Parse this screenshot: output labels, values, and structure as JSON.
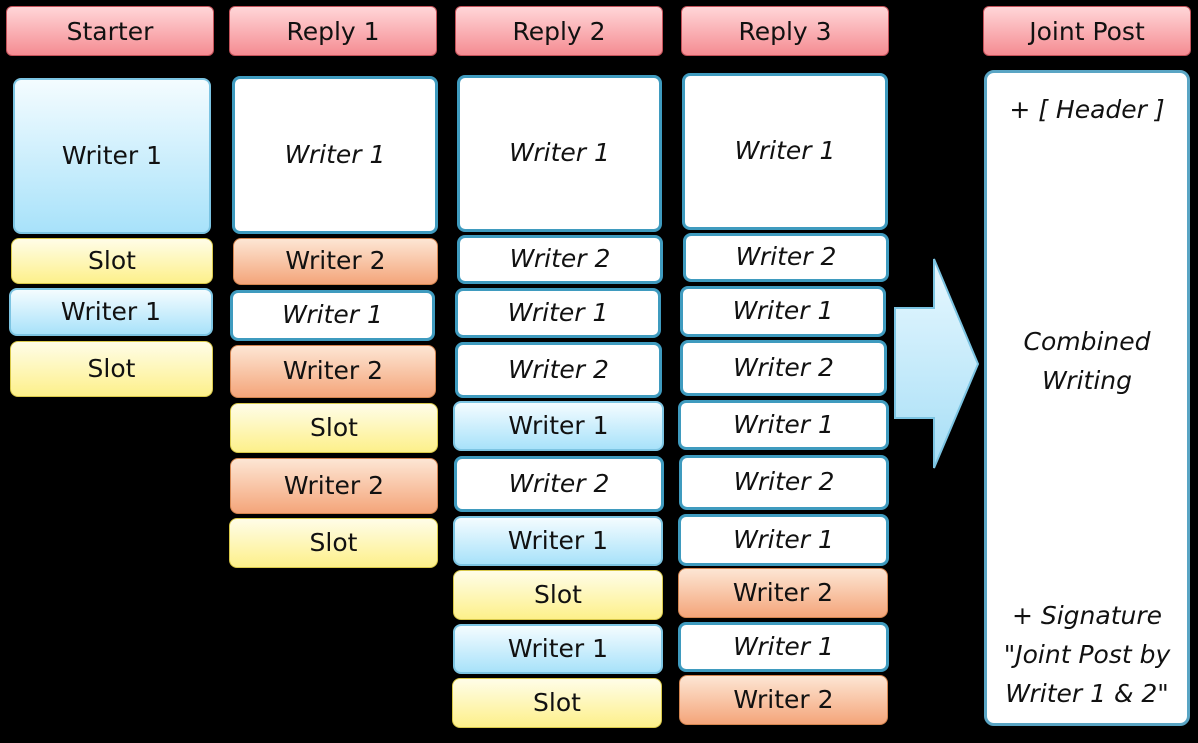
{
  "headers": [
    "Starter",
    "Reply 1",
    "Reply 2",
    "Reply 3",
    "Joint Post"
  ],
  "labels": {
    "writer1": "Writer 1",
    "writer2": "Writer 2",
    "slot": "Slot"
  },
  "joint_post": {
    "header": "+ [ Header ]",
    "body_line1": "Combined",
    "body_line2": "Writing",
    "signature_line1": "+ Signature",
    "signature_line2": "\"Joint Post by",
    "signature_line3": "Writer 1 & 2\""
  },
  "colors": {
    "header_fill": "#f58c92",
    "writer1_fill": "#a8e2fa",
    "writer2_fill": "#f4a57a",
    "slot_fill": "#fdf08a",
    "reply_border": "#3f9bbf",
    "arrow_fill": "#c4ecfc"
  }
}
